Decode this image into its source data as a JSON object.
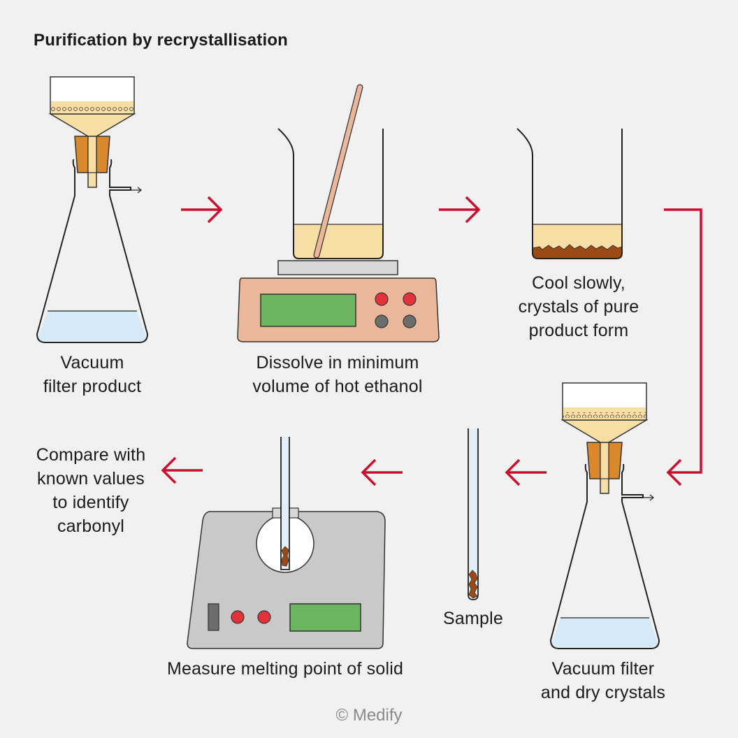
{
  "title": "Purification by recrystallisation",
  "steps": [
    {
      "id": 1,
      "label": "Vacuum\nfilter product"
    },
    {
      "id": 2,
      "label": "Dissolve in minimum\nvolume of hot ethanol"
    },
    {
      "id": 3,
      "label": "Cool slowly,\ncrystals of pure\nproduct form"
    },
    {
      "id": 4,
      "label": "Vacuum filter\nand dry crystals"
    },
    {
      "id": 5,
      "label": "Sample"
    },
    {
      "id": 6,
      "label": "Measure melting point of solid"
    },
    {
      "id": 7,
      "label": "Compare with\nknown values\nto identify\ncarbonyl"
    }
  ],
  "copyright": "© Medify",
  "colors": {
    "background": "#f1f1f1",
    "arrow": "#c8102e",
    "filtrate": "#d6e9f7",
    "solution": "#f7dea4",
    "stopper": "#d9892c",
    "crystals": "#9c4a14",
    "hotplate": "#eab79a",
    "display": "#6db562",
    "button_red": "#e3323a",
    "button_grey": "#6d6d6d",
    "apparatus_grey": "#c9c9c9"
  }
}
